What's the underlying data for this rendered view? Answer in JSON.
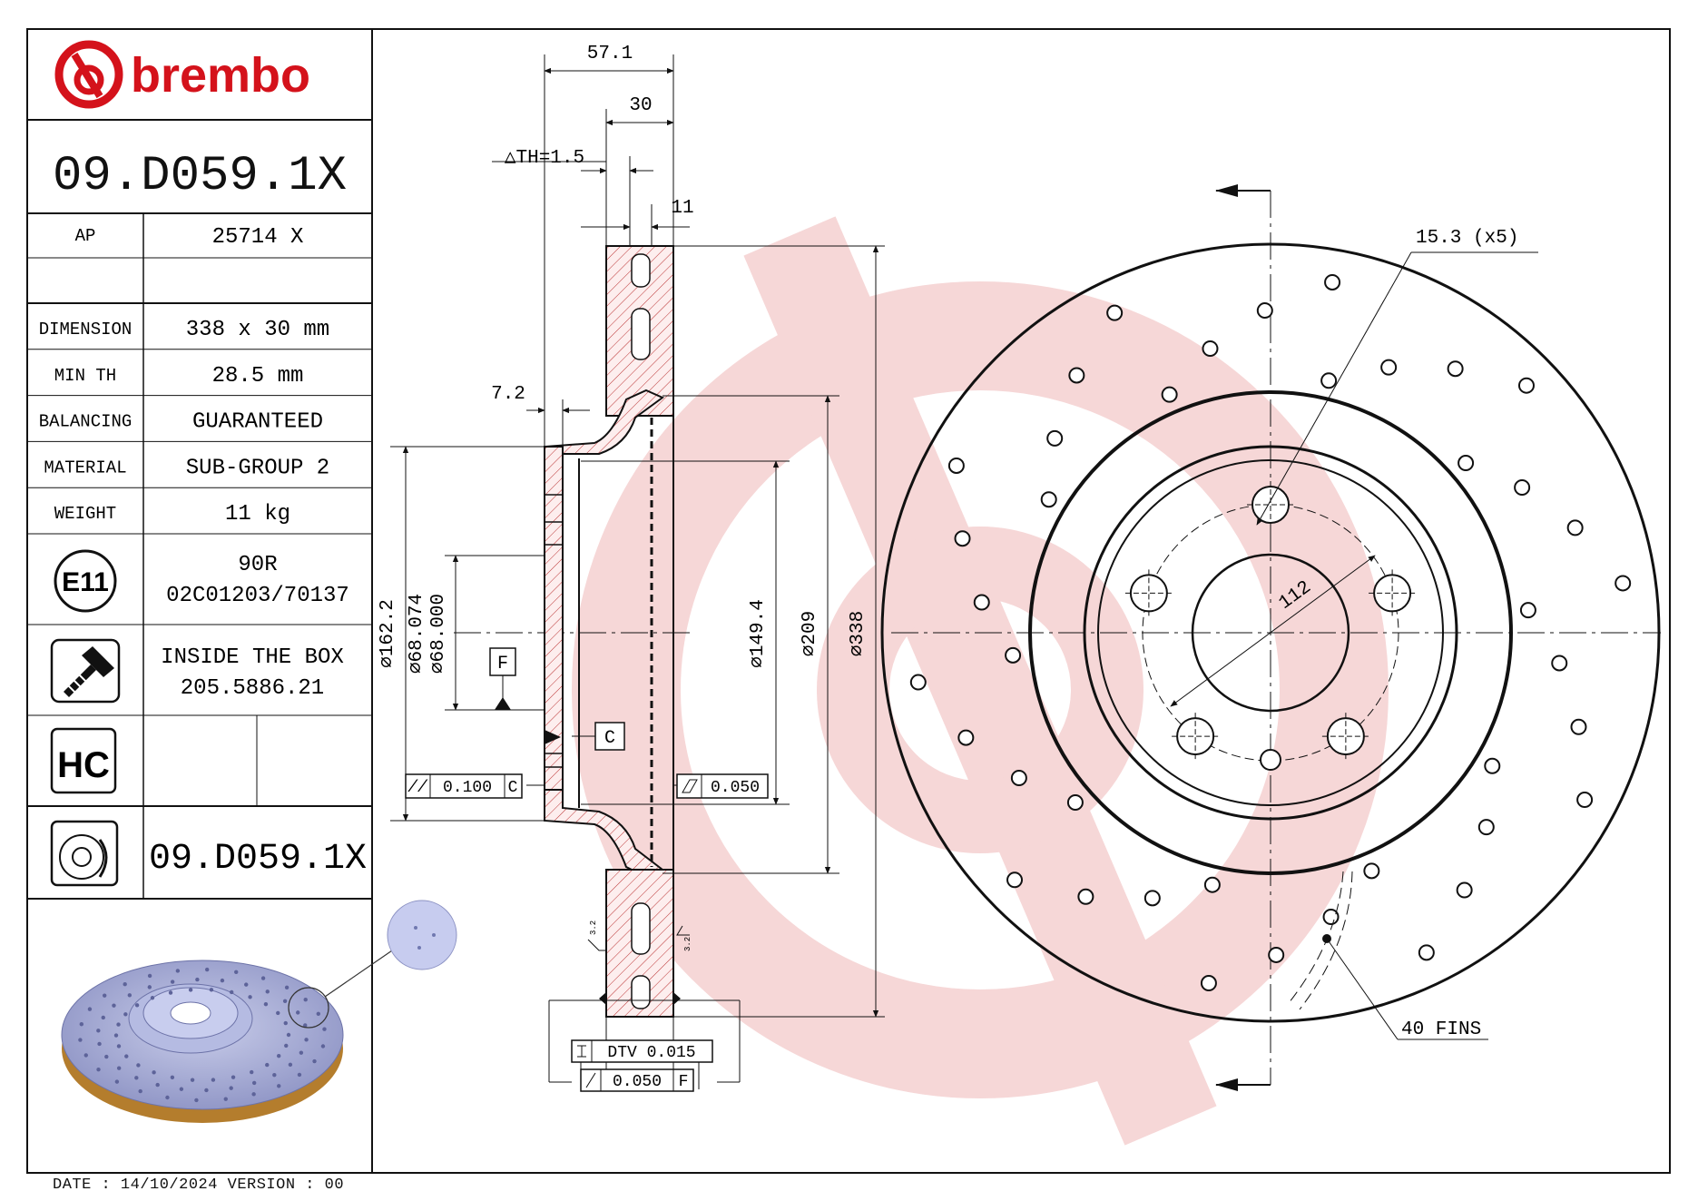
{
  "brand": {
    "name": "brembo",
    "accent_color": "#d4121b",
    "watermark_color": "#f7dcdc"
  },
  "title_block": {
    "part_number": "09.D059.1X",
    "ap_label": "AP",
    "ap_value": "25714 X",
    "rows": [
      {
        "label": "DIMENSION",
        "value": "338 x 30 mm"
      },
      {
        "label": "MIN TH",
        "value": "28.5 mm"
      },
      {
        "label": "BALANCING",
        "value": "GUARANTEED"
      },
      {
        "label": "MATERIAL",
        "value": "SUB-GROUP 2"
      },
      {
        "label": "WEIGHT",
        "value": "11 kg"
      }
    ],
    "homologation": {
      "mark": "E11",
      "line1": "90R",
      "line2": "02C01203/70137"
    },
    "kit": {
      "icon": "screw-icon",
      "line1": "INSIDE THE BOX",
      "line2": "205.5886.21"
    },
    "hc_mark": "HC",
    "disc_part_number": "09.D059.1X"
  },
  "section_view": {
    "dims": {
      "overall_offset": "57.1",
      "thickness": "30",
      "th_variation": "△TH=1.5",
      "inner_plate": "11",
      "hat_step": "7.2",
      "dia_outer_hat": "⌀162.2",
      "dia_bore": "⌀68.074\n⌀68.000",
      "dia_vent_inner": "⌀149.4",
      "dia_braking_inner": "⌀209",
      "dia_outer": "⌀338",
      "runout": "3.2",
      "datum_f": "F",
      "datum_c": "C",
      "flatness_ref": "0.100",
      "flatness_ref_datum": "C",
      "parallelism": "0.050",
      "dtv": "DTV 0.015",
      "runout_tol": "0.050",
      "runout_datum": "F"
    }
  },
  "front_view": {
    "hole_dim": "15.3 (x5)",
    "pcd": "112",
    "fins": "40 FINS"
  },
  "footer": {
    "text": "DATE : 14/10/2024 VERSION : 00"
  }
}
